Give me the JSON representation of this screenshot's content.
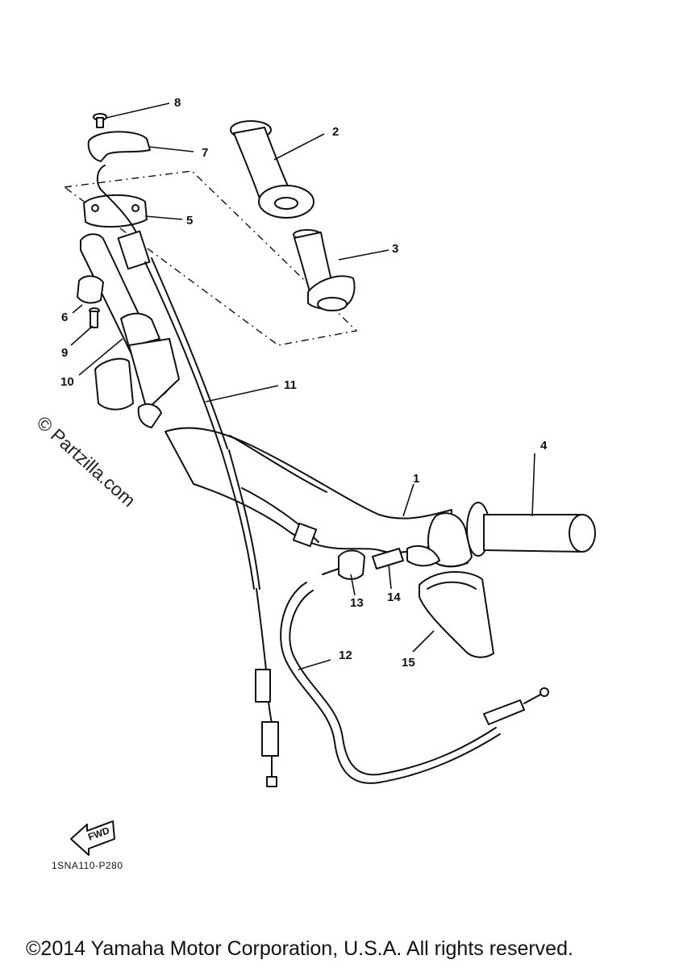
{
  "watermark": "© Partzilla.com",
  "fwd_arrow": {
    "label": "FWD",
    "icon": "fwd-arrow-icon"
  },
  "drawing_code": "1SNA110-P280",
  "copyright": "©2014 Yamaha Motor Corporation, U.S.A. All rights reserved.",
  "callouts": [
    {
      "id": "1",
      "label": "1"
    },
    {
      "id": "2",
      "label": "2"
    },
    {
      "id": "3",
      "label": "3"
    },
    {
      "id": "4",
      "label": "4"
    },
    {
      "id": "5",
      "label": "5"
    },
    {
      "id": "6",
      "label": "6"
    },
    {
      "id": "7",
      "label": "7"
    },
    {
      "id": "8",
      "label": "8"
    },
    {
      "id": "9",
      "label": "9"
    },
    {
      "id": "10",
      "label": "10"
    },
    {
      "id": "11",
      "label": "11"
    },
    {
      "id": "12",
      "label": "12"
    },
    {
      "id": "13",
      "label": "13"
    },
    {
      "id": "14",
      "label": "14"
    },
    {
      "id": "15",
      "label": "15"
    }
  ]
}
